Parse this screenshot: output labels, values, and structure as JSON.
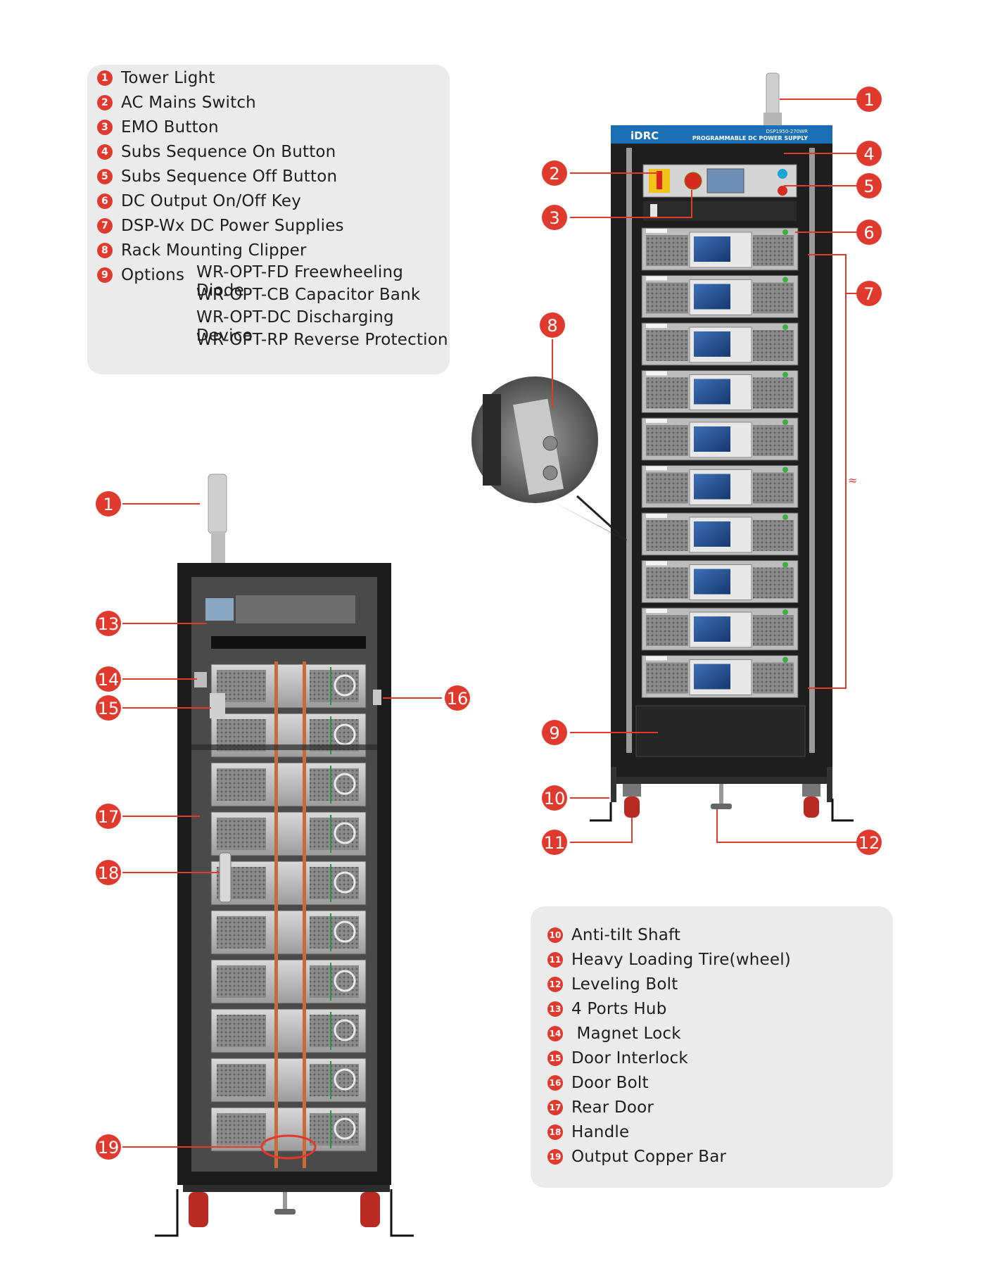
{
  "brand": "iDRC",
  "cabinet": {
    "model": "DSP1950-270WR",
    "product": "PROGRAMMABLE DC POWER SUPPLY"
  },
  "legend_top": [
    {
      "num": "1",
      "label": "Tower Light"
    },
    {
      "num": "2",
      "label": "AC Mains Switch"
    },
    {
      "num": "3",
      "label": "EMO Button"
    },
    {
      "num": "4",
      "label": "Subs Sequence On Button"
    },
    {
      "num": "5",
      "label": "Subs Sequence Off Button"
    },
    {
      "num": "6",
      "label": "DC Output On/Off Key"
    },
    {
      "num": "7",
      "label": "DSP-Wx DC Power Supplies"
    },
    {
      "num": "8",
      "label": "Rack Mounting Clipper"
    },
    {
      "num": "9",
      "label": "Options"
    }
  ],
  "options": [
    "WR-OPT-FD Freewheeling Diode",
    "WR-OPT-CB Capacitor Bank",
    "WR-OPT-DC Discharging Device",
    "WR-OPT-RP Reverse Protection"
  ],
  "legend_bottom": [
    {
      "num": "10",
      "label": "Anti-tilt Shaft"
    },
    {
      "num": "11",
      "label": "Heavy Loading Tire(wheel)"
    },
    {
      "num": "12",
      "label": "Leveling Bolt"
    },
    {
      "num": "13",
      "label": "4 Ports Hub"
    },
    {
      "num": "14",
      "label": " Magnet Lock"
    },
    {
      "num": "15",
      "label": "Door Interlock"
    },
    {
      "num": "16",
      "label": "Door Bolt"
    },
    {
      "num": "17",
      "label": "Rear Door"
    },
    {
      "num": "18",
      "label": "Handle"
    },
    {
      "num": "19",
      "label": "Output Copper Bar"
    }
  ],
  "colors": {
    "accent": "#e03a2e",
    "panel": "#ebebeb",
    "cabinet": "#1e1e1e",
    "header_blue": "#1b6fb5"
  }
}
